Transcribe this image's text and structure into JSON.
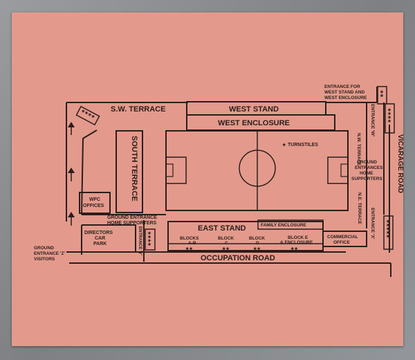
{
  "map": {
    "labels": {
      "sw_terrace": "S.W. TERRACE",
      "west_stand": "WEST STAND",
      "west_enclosure": "WEST ENCLOSURE",
      "south_terrace": "SOUTH TERRACE",
      "turnstiles": "TURNSTILES",
      "entrance_ws_1": "ENTRANCE FOR",
      "entrance_ws_2": "WEST STAND AND",
      "entrance_ws_3": "WEST ENCLOSURE",
      "entrance_w": "ENTRANCE 'W'",
      "nw_terrace": "N.W. TERRACE",
      "vicarage_road": "VICARAGE ROAD",
      "ground_home_1": "GROUND",
      "ground_home_2": "ENTRANCES",
      "ground_home_3": "HOME",
      "ground_home_4": "SUPPORTERS",
      "ne_terrace": "N.E. TERRACE",
      "entrance_x": "ENTRANCE 'X'",
      "wfc_1": "WFC",
      "wfc_2": "OFFICES",
      "ground_entrance_home_1": "GROUND ENTRANCE",
      "ground_entrance_home_2": "HOME SUPPORTERS",
      "directors_1": "DIRECTORS",
      "directors_2": "CAR",
      "directors_3": "PARK",
      "entrance_y": "ENTRANCE 'Y'",
      "east_stand": "EAST STAND",
      "family_enclosure": "FAMILY ENCLOSURE",
      "blocks_ab_1": "BLOCKS",
      "blocks_ab_2": "A-B",
      "block_c_1": "BLOCK",
      "block_c_2": "C",
      "block_d_1": "BLOCK",
      "block_d_2": "D",
      "block_e_1": "BLOCK E",
      "block_e_2": "& ENCLOSURE",
      "commercial_1": "COMMERCIAL",
      "commercial_2": "OFFICE",
      "ground_visitors_1": "GROUND",
      "ground_visitors_2": "ENTRANCE 'Z'",
      "ground_visitors_3": "VISITORS",
      "occupation_road": "OCCUPATION ROAD"
    },
    "markers": {
      "four_stars": "★★★★",
      "five_stars": "★★★★★",
      "two_stars": "★★",
      "one_star": "★"
    },
    "colors": {
      "paper": "#e39a8c",
      "ink": "#2b1d1b",
      "surface": "#8d8f92"
    }
  }
}
